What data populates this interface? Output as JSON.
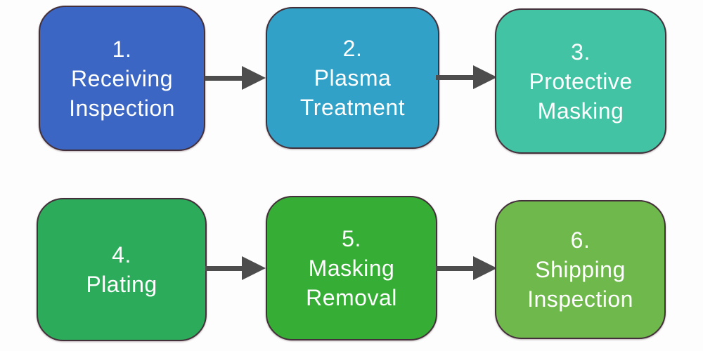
{
  "diagram": {
    "type": "process-flowchart",
    "background_color": "#fdfdfd",
    "arrow_color": "#4d4d4d",
    "border_color": "#44303a",
    "text_color": "#ffffff",
    "steps": [
      {
        "id": 1,
        "number": "1.",
        "lines": [
          "Receiving",
          "Inspection"
        ],
        "color": "#3b66c4"
      },
      {
        "id": 2,
        "number": "2.",
        "lines": [
          "Plasma",
          "Treatment"
        ],
        "color": "#32a1c7"
      },
      {
        "id": 3,
        "number": "3.",
        "lines": [
          "Protective",
          "Masking"
        ],
        "color": "#41c3a4"
      },
      {
        "id": 4,
        "number": "4.",
        "lines": [
          "Plating"
        ],
        "color": "#2cab5b"
      },
      {
        "id": 5,
        "number": "5.",
        "lines": [
          "Masking",
          "Removal"
        ],
        "color": "#36ae36"
      },
      {
        "id": 6,
        "number": "6.",
        "lines": [
          "Shipping",
          "Inspection"
        ],
        "color": "#6fb84b"
      }
    ],
    "connections": [
      {
        "from": 1,
        "to": 2
      },
      {
        "from": 2,
        "to": 3
      },
      {
        "from": 4,
        "to": 5
      },
      {
        "from": 5,
        "to": 6
      }
    ]
  }
}
